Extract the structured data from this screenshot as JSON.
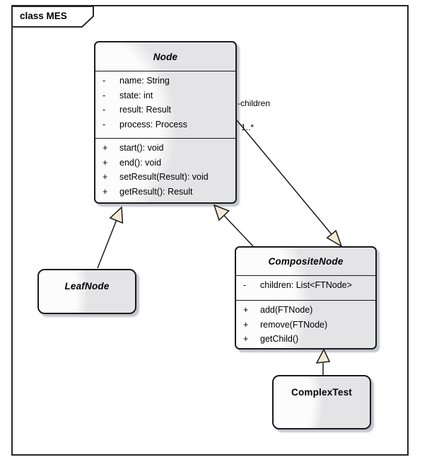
{
  "frame": {
    "label": "class MES"
  },
  "classes": {
    "node": {
      "name": "Node",
      "abstract": true,
      "attributes": [
        {
          "vis": "-",
          "text": "name: String"
        },
        {
          "vis": "-",
          "text": "state: int"
        },
        {
          "vis": "-",
          "text": "result: Result"
        },
        {
          "vis": "-",
          "text": "process: Process"
        }
      ],
      "methods": [
        {
          "vis": "+",
          "text": "start(): void"
        },
        {
          "vis": "+",
          "text": "end(): void"
        },
        {
          "vis": "+",
          "text": "setResult(Result): void"
        },
        {
          "vis": "+",
          "text": "getResult(): Result"
        }
      ]
    },
    "leafnode": {
      "name": "LeafNode",
      "abstract": true
    },
    "compositenode": {
      "name": "CompositeNode",
      "abstract": true,
      "attributes": [
        {
          "vis": "-",
          "text": "children: List<FTNode>"
        }
      ],
      "methods": [
        {
          "vis": "+",
          "text": "add(FTNode)"
        },
        {
          "vis": "+",
          "text": "remove(FTNode)"
        },
        {
          "vis": "+",
          "text": "getChild()"
        }
      ]
    },
    "complextest": {
      "name": "ComplexTest",
      "abstract": false
    }
  },
  "association": {
    "role": "-children",
    "multiplicity": "1..*"
  },
  "colors": {
    "box_border": "#1a1a1a",
    "box_fill": "#e4e4e6",
    "box_highlight": "#fcfcfc",
    "arrow_fill": "#f4e9d4",
    "shadow_color": "#c3c4cd",
    "frame_border": "#262626",
    "line_color": "#1a1a1a",
    "text_color": "#000000"
  }
}
